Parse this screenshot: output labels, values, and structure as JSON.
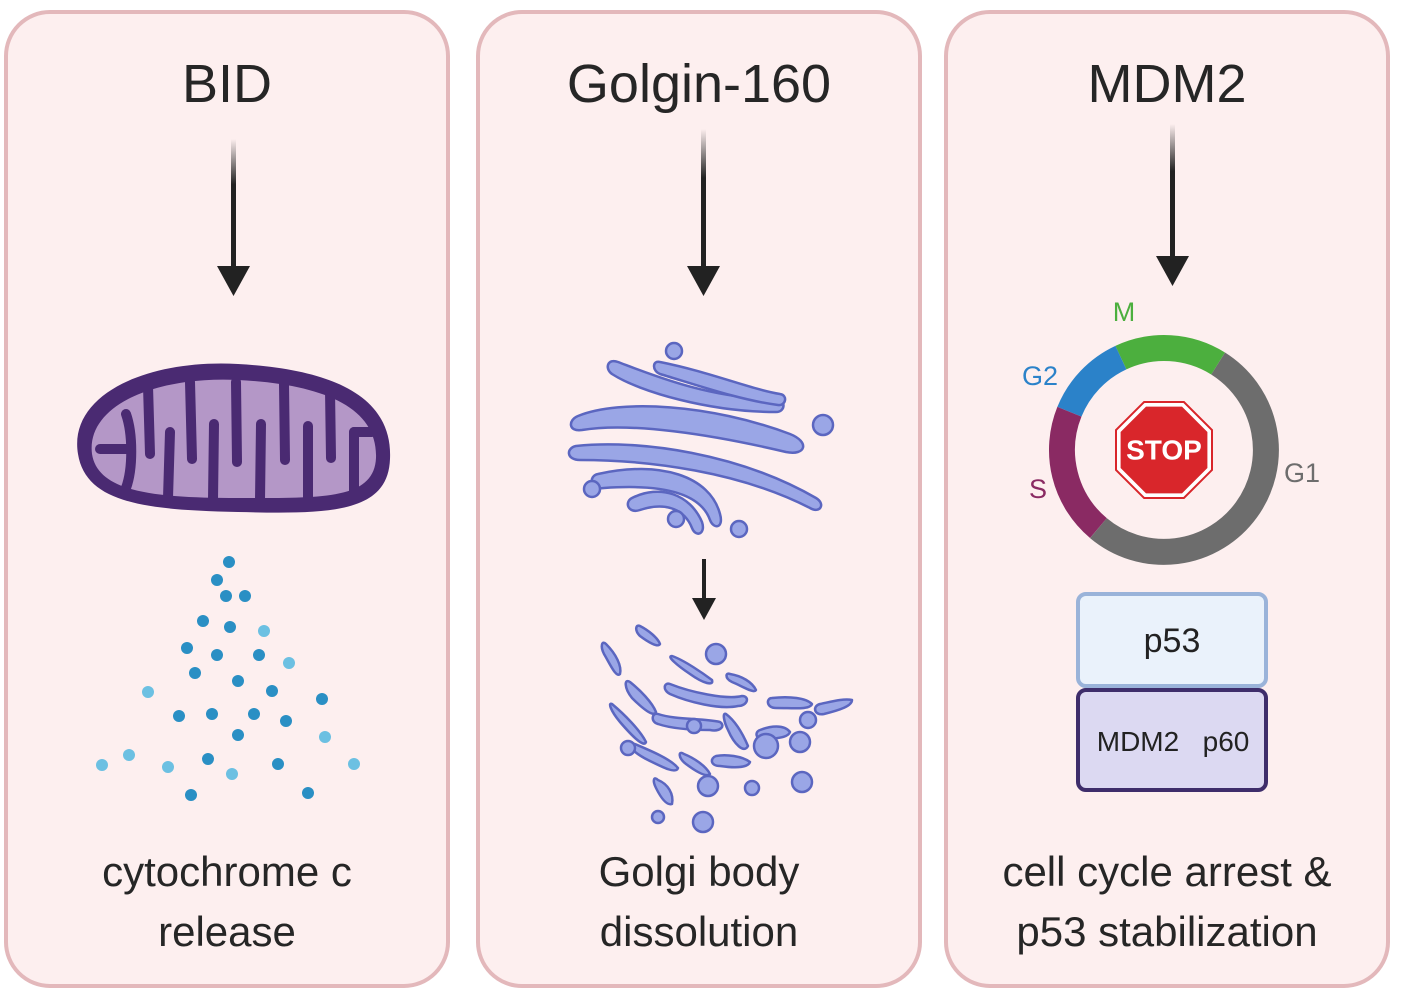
{
  "panels": [
    {
      "title": "BID",
      "caption_line1": "cytochrome c",
      "caption_line2": "release"
    },
    {
      "title": "Golgin-160",
      "caption_line1": "Golgi body",
      "caption_line2": "dissolution"
    },
    {
      "title": "MDM2",
      "caption_line1": "cell cycle arrest &",
      "caption_line2": "p53 stabilization"
    }
  ],
  "cell_cycle": {
    "phases": [
      {
        "label": "M",
        "color": "#4caf3e"
      },
      {
        "label": "G2",
        "color": "#2b82c9"
      },
      {
        "label": "S",
        "color": "#8a2a63"
      },
      {
        "label": "G1",
        "color": "#6d6d6d"
      }
    ],
    "stop_sign": "STOP",
    "stop_color": "#d9262b"
  },
  "complex": {
    "top_box": "p53",
    "bottom_box_left": "MDM2",
    "bottom_box_right": "p60"
  },
  "colors": {
    "panel_bg": "#fdefef",
    "panel_border": "#e3b8bb",
    "mitochondrion_outer": "#4a2a72",
    "mitochondrion_inner": "#b497c7",
    "cytochrome_dot": "#2a8fc4",
    "golgi_fill": "#9aa6e6",
    "golgi_stroke": "#5b66c0",
    "arrow": "#222222"
  }
}
